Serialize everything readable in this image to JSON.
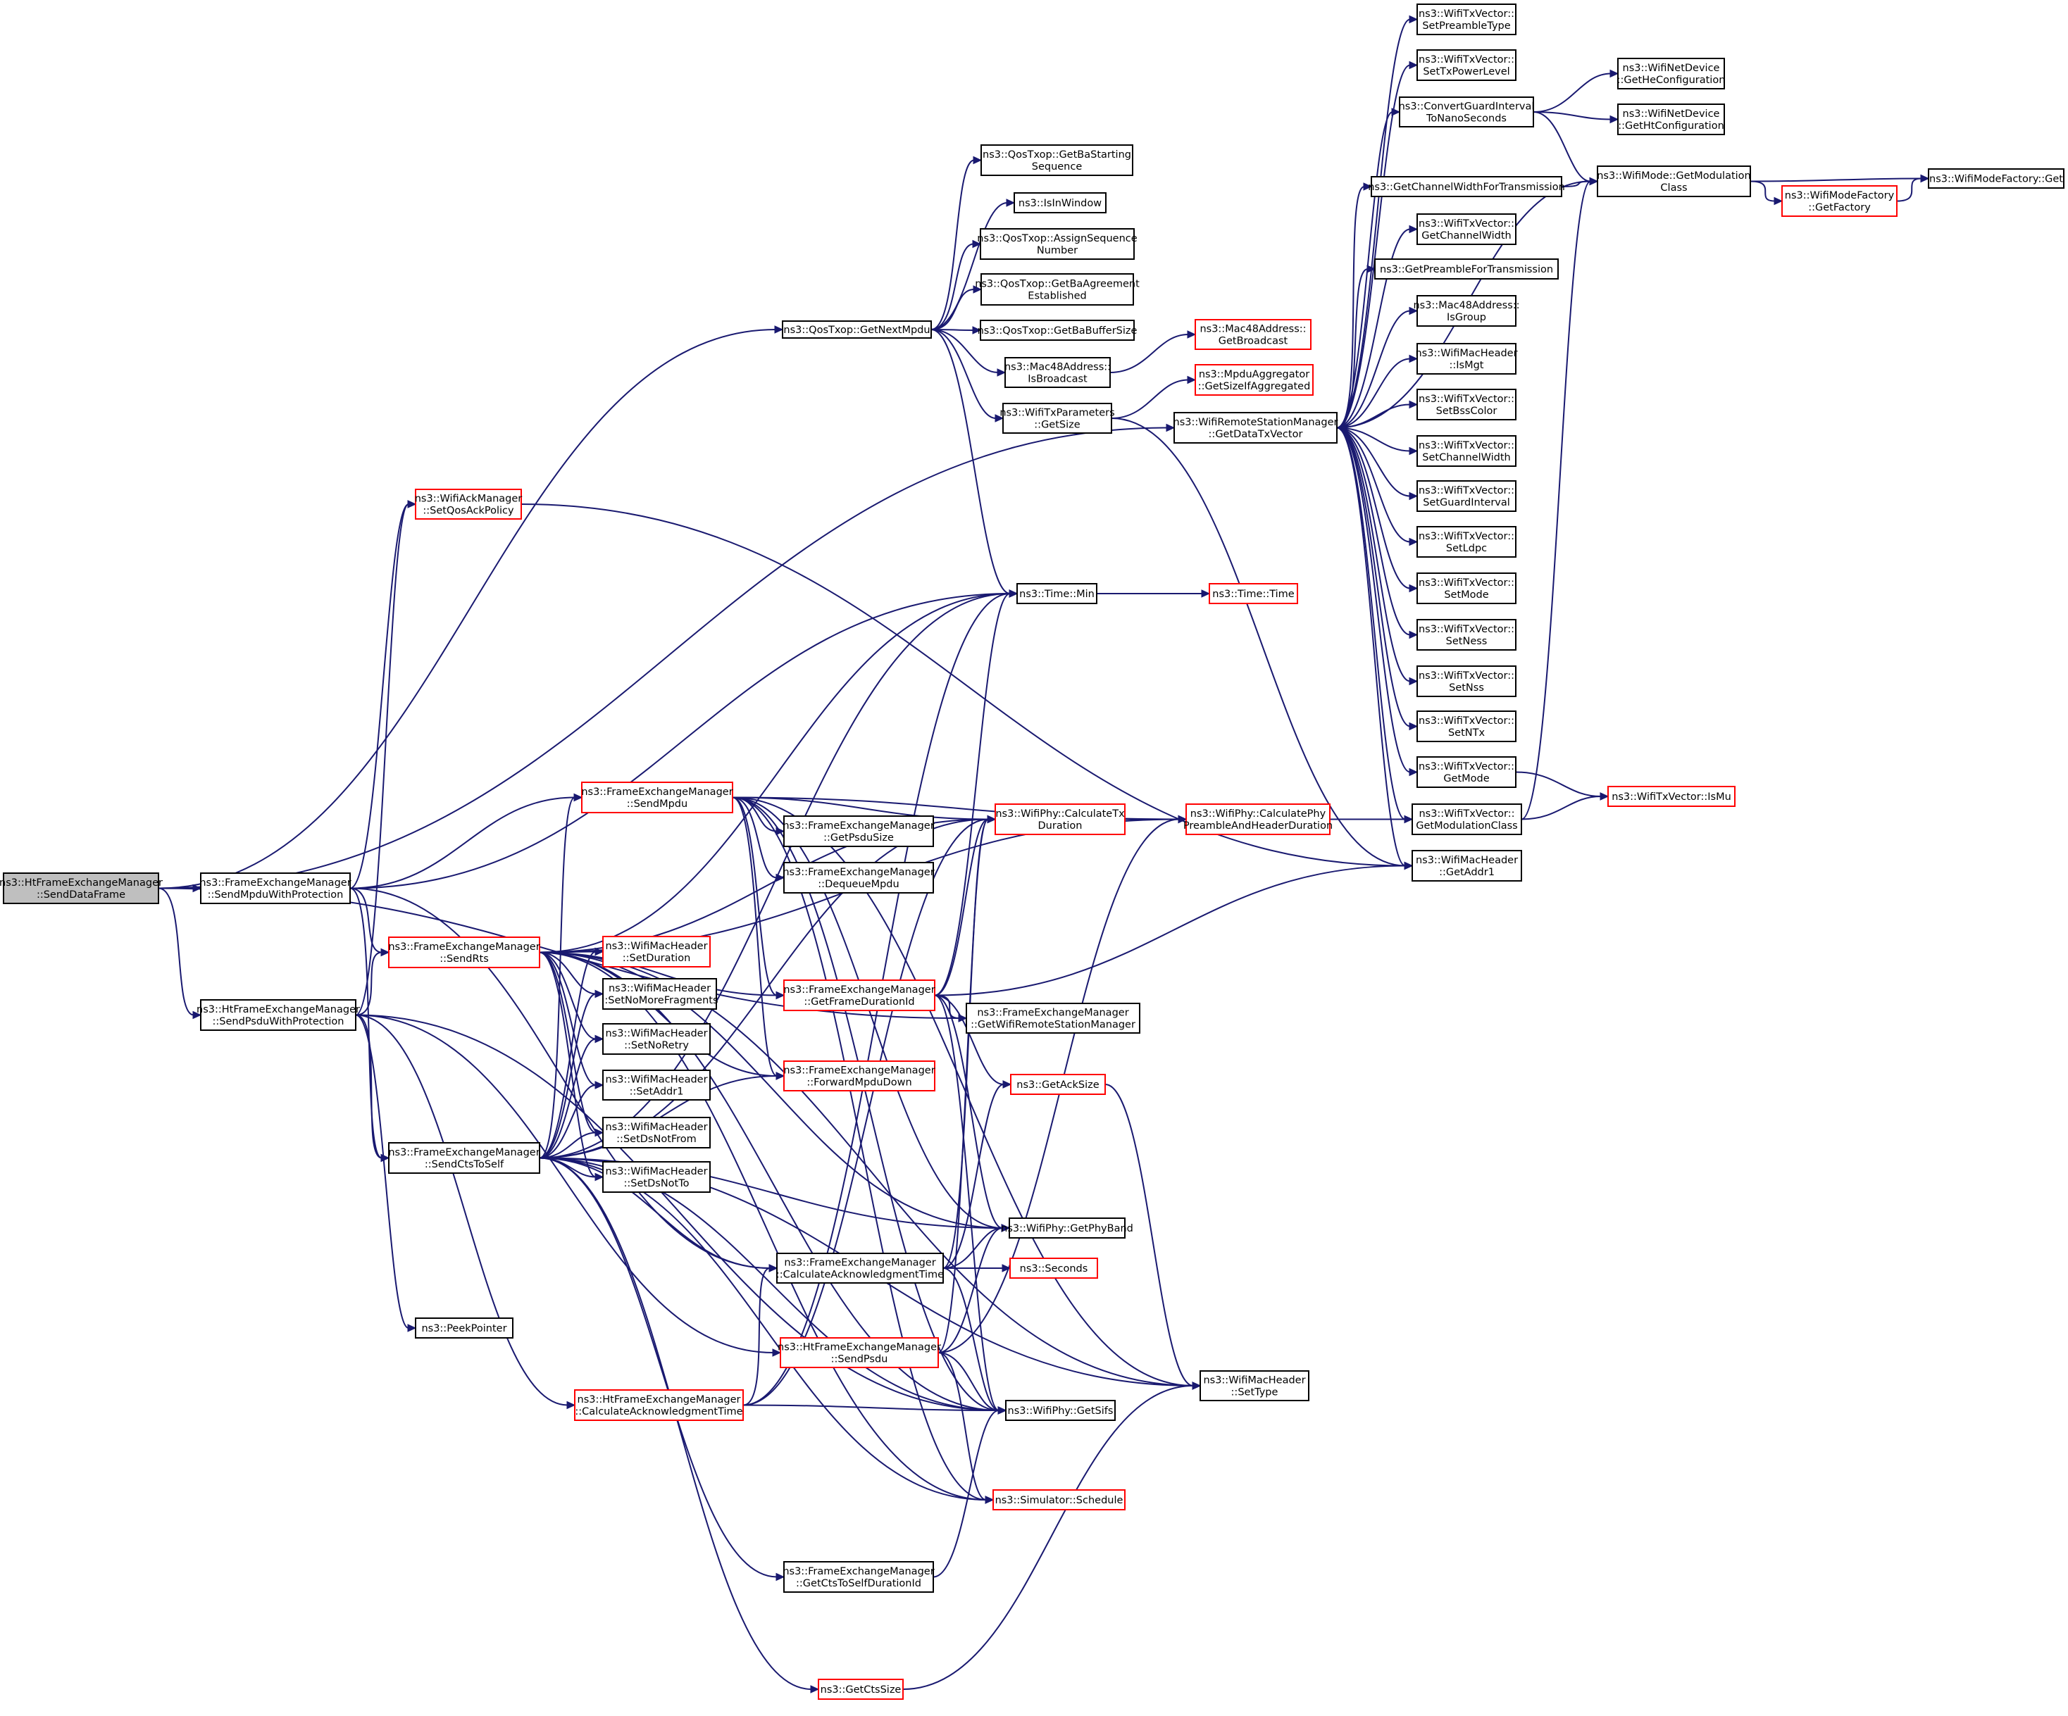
{
  "colors": {
    "edge": "#191970",
    "node_border": "#000000",
    "node_border_truncated": "#ff0000",
    "root_fill": "#bfbfbf",
    "node_fill": "#ffffff"
  },
  "nodes": [
    {
      "id": "root",
      "lines": [
        "ns3::HtFrameExchangeManager",
        "::SendDataFrame"
      ],
      "kind": "root"
    },
    {
      "id": "qos_getnextmpdu",
      "lines": [
        "ns3::QosTxop::GetNextMpdu"
      ],
      "kind": "normal"
    },
    {
      "id": "sendmpduwp",
      "lines": [
        "ns3::FrameExchangeManager",
        "::SendMpduWithProtection"
      ],
      "kind": "normal"
    },
    {
      "id": "sendpsduwp",
      "lines": [
        "ns3::HtFrameExchangeManager",
        "::SendPsduWithProtection"
      ],
      "kind": "normal"
    },
    {
      "id": "getdatatxvector",
      "lines": [
        "ns3::WifiRemoteStationManager",
        "::GetDataTxVector"
      ],
      "kind": "normal"
    },
    {
      "id": "setqosackpolicy",
      "lines": [
        "ns3::WifiAckManager",
        "::SetQosAckPolicy"
      ],
      "kind": "red"
    },
    {
      "id": "getbastartingseq",
      "lines": [
        "ns3::QosTxop::GetBaStarting",
        "Sequence"
      ],
      "kind": "normal"
    },
    {
      "id": "isinwindow",
      "lines": [
        "ns3::IsInWindow"
      ],
      "kind": "normal"
    },
    {
      "id": "assignseq",
      "lines": [
        "ns3::QosTxop::AssignSequence",
        "Number"
      ],
      "kind": "normal"
    },
    {
      "id": "getbaagreement",
      "lines": [
        "ns3::QosTxop::GetBaAgreement",
        "Established"
      ],
      "kind": "normal"
    },
    {
      "id": "getbabuffersize",
      "lines": [
        "ns3::QosTxop::GetBaBufferSize"
      ],
      "kind": "normal"
    },
    {
      "id": "isbroadcast",
      "lines": [
        "ns3::Mac48Address::",
        "IsBroadcast"
      ],
      "kind": "normal"
    },
    {
      "id": "txparams_getsize",
      "lines": [
        "ns3::WifiTxParameters",
        "::GetSize"
      ],
      "kind": "normal"
    },
    {
      "id": "time_min",
      "lines": [
        "ns3::Time::Min"
      ],
      "kind": "normal"
    },
    {
      "id": "getbroadcast",
      "lines": [
        "ns3::Mac48Address::",
        "GetBroadcast"
      ],
      "kind": "red"
    },
    {
      "id": "getsizeifagg",
      "lines": [
        "ns3::MpduAggregator",
        "::GetSizeIfAggregated"
      ],
      "kind": "red"
    },
    {
      "id": "time_time",
      "lines": [
        "ns3::Time::Time"
      ],
      "kind": "red"
    },
    {
      "id": "sendmpdu",
      "lines": [
        "ns3::FrameExchangeManager",
        "::SendMpdu"
      ],
      "kind": "red"
    },
    {
      "id": "sendrts",
      "lines": [
        "ns3::FrameExchangeManager",
        "::SendRts"
      ],
      "kind": "red"
    },
    {
      "id": "sendctstoself",
      "lines": [
        "ns3::FrameExchangeManager",
        "::SendCtsToSelf"
      ],
      "kind": "normal"
    },
    {
      "id": "peekpointer",
      "lines": [
        "ns3::PeekPointer"
      ],
      "kind": "normal"
    },
    {
      "id": "ht_calcacktime",
      "lines": [
        "ns3::HtFrameExchangeManager",
        "::CalculateAcknowledgmentTime"
      ],
      "kind": "red"
    },
    {
      "id": "getctssize",
      "lines": [
        "ns3::GetCtsSize"
      ],
      "kind": "red"
    },
    {
      "id": "setduration",
      "lines": [
        "ns3::WifiMacHeader",
        "::SetDuration"
      ],
      "kind": "red"
    },
    {
      "id": "setnomorefrag",
      "lines": [
        "ns3::WifiMacHeader",
        "::SetNoMoreFragments"
      ],
      "kind": "normal"
    },
    {
      "id": "setnoretry",
      "lines": [
        "ns3::WifiMacHeader",
        "::SetNoRetry"
      ],
      "kind": "normal"
    },
    {
      "id": "setaddr1",
      "lines": [
        "ns3::WifiMacHeader",
        "::SetAddr1"
      ],
      "kind": "normal"
    },
    {
      "id": "setdsnotfrom",
      "lines": [
        "ns3::WifiMacHeader",
        "::SetDsNotFrom"
      ],
      "kind": "normal"
    },
    {
      "id": "setdsnotto",
      "lines": [
        "ns3::WifiMacHeader",
        "::SetDsNotTo"
      ],
      "kind": "normal"
    },
    {
      "id": "getpsdusize",
      "lines": [
        "ns3::FrameExchangeManager",
        "::GetPsduSize"
      ],
      "kind": "normal"
    },
    {
      "id": "dequeuempdu",
      "lines": [
        "ns3::FrameExchangeManager",
        "::DequeueMpdu"
      ],
      "kind": "normal"
    },
    {
      "id": "getframedurationid",
      "lines": [
        "ns3::FrameExchangeManager",
        "::GetFrameDurationId"
      ],
      "kind": "red"
    },
    {
      "id": "forwardmpdudown",
      "lines": [
        "ns3::FrameExchangeManager",
        "::ForwardMpduDown"
      ],
      "kind": "red"
    },
    {
      "id": "fem_calcacktime",
      "lines": [
        "ns3::FrameExchangeManager",
        "::CalculateAcknowledgmentTime"
      ],
      "kind": "normal"
    },
    {
      "id": "ht_sendpsdu",
      "lines": [
        "ns3::HtFrameExchangeManager",
        "::SendPsdu"
      ],
      "kind": "red"
    },
    {
      "id": "getctstoselfdur",
      "lines": [
        "ns3::FrameExchangeManager",
        "::GetCtsToSelfDurationId"
      ],
      "kind": "normal"
    },
    {
      "id": "calctxduration",
      "lines": [
        "ns3::WifiPhy::CalculateTx",
        "Duration"
      ],
      "kind": "red"
    },
    {
      "id": "getwifirsm",
      "lines": [
        "ns3::FrameExchangeManager",
        "::GetWifiRemoteStationManager"
      ],
      "kind": "normal"
    },
    {
      "id": "getacksize",
      "lines": [
        "ns3::GetAckSize"
      ],
      "kind": "red"
    },
    {
      "id": "getphyband",
      "lines": [
        "ns3::WifiPhy::GetPhyBand"
      ],
      "kind": "normal"
    },
    {
      "id": "seconds",
      "lines": [
        "ns3::Seconds"
      ],
      "kind": "red"
    },
    {
      "id": "getsifs",
      "lines": [
        "ns3::WifiPhy::GetSifs"
      ],
      "kind": "normal"
    },
    {
      "id": "schedule",
      "lines": [
        "ns3::Simulator::Schedule"
      ],
      "kind": "red"
    },
    {
      "id": "calcphypreamble",
      "lines": [
        "ns3::WifiPhy::CalculatePhy",
        "PreambleAndHeaderDuration"
      ],
      "kind": "red"
    },
    {
      "id": "settype",
      "lines": [
        "ns3::WifiMacHeader",
        "::SetType"
      ],
      "kind": "normal"
    },
    {
      "id": "setpreambletype",
      "lines": [
        "ns3::WifiTxVector::",
        "SetPreambleType"
      ],
      "kind": "normal"
    },
    {
      "id": "settxpowerlevel",
      "lines": [
        "ns3::WifiTxVector::",
        "SetTxPowerLevel"
      ],
      "kind": "normal"
    },
    {
      "id": "convertgi",
      "lines": [
        "ns3::ConvertGuardInterval",
        "ToNanoSeconds"
      ],
      "kind": "normal"
    },
    {
      "id": "getchwidthtx",
      "lines": [
        "ns3::GetChannelWidthForTransmission"
      ],
      "kind": "normal"
    },
    {
      "id": "txv_getchwidth",
      "lines": [
        "ns3::WifiTxVector::",
        "GetChannelWidth"
      ],
      "kind": "normal"
    },
    {
      "id": "getpreambletx",
      "lines": [
        "ns3::GetPreambleForTransmission"
      ],
      "kind": "normal"
    },
    {
      "id": "isgroup",
      "lines": [
        "ns3::Mac48Address::",
        "IsGroup"
      ],
      "kind": "normal"
    },
    {
      "id": "ismgt",
      "lines": [
        "ns3::WifiMacHeader",
        "::IsMgt"
      ],
      "kind": "normal"
    },
    {
      "id": "setbsscolor",
      "lines": [
        "ns3::WifiTxVector::",
        "SetBssColor"
      ],
      "kind": "normal"
    },
    {
      "id": "setchwidth",
      "lines": [
        "ns3::WifiTxVector::",
        "SetChannelWidth"
      ],
      "kind": "normal"
    },
    {
      "id": "setgi",
      "lines": [
        "ns3::WifiTxVector::",
        "SetGuardInterval"
      ],
      "kind": "normal"
    },
    {
      "id": "setldpc",
      "lines": [
        "ns3::WifiTxVector::",
        "SetLdpc"
      ],
      "kind": "normal"
    },
    {
      "id": "setmode",
      "lines": [
        "ns3::WifiTxVector::",
        "SetMode"
      ],
      "kind": "normal"
    },
    {
      "id": "setness",
      "lines": [
        "ns3::WifiTxVector::",
        "SetNess"
      ],
      "kind": "normal"
    },
    {
      "id": "setnss",
      "lines": [
        "ns3::WifiTxVector::",
        "SetNss"
      ],
      "kind": "normal"
    },
    {
      "id": "setntx",
      "lines": [
        "ns3::WifiTxVector::",
        "SetNTx"
      ],
      "kind": "normal"
    },
    {
      "id": "txv_getmode",
      "lines": [
        "ns3::WifiTxVector::",
        "GetMode"
      ],
      "kind": "normal"
    },
    {
      "id": "txv_getmodclass",
      "lines": [
        "ns3::WifiTxVector::",
        "GetModulationClass"
      ],
      "kind": "normal"
    },
    {
      "id": "getaddr1",
      "lines": [
        "ns3::WifiMacHeader",
        "::GetAddr1"
      ],
      "kind": "normal"
    },
    {
      "id": "gethecfg",
      "lines": [
        "ns3::WifiNetDevice",
        "::GetHeConfiguration"
      ],
      "kind": "normal"
    },
    {
      "id": "gethtcfg",
      "lines": [
        "ns3::WifiNetDevice",
        "::GetHtConfiguration"
      ],
      "kind": "normal"
    },
    {
      "id": "mode_getmodclass",
      "lines": [
        "ns3::WifiMode::GetModulation",
        "Class"
      ],
      "kind": "normal"
    },
    {
      "id": "modefactory_getfactory",
      "lines": [
        "ns3::WifiModeFactory",
        "::GetFactory"
      ],
      "kind": "red"
    },
    {
      "id": "modefactory_get",
      "lines": [
        "ns3::WifiModeFactory::Get"
      ],
      "kind": "normal"
    },
    {
      "id": "txv_ismu",
      "lines": [
        "ns3::WifiTxVector::IsMu"
      ],
      "kind": "red"
    }
  ],
  "edges": [
    [
      "root",
      "qos_getnextmpdu"
    ],
    [
      "root",
      "sendmpduwp"
    ],
    [
      "root",
      "sendpsduwp"
    ],
    [
      "root",
      "getdatatxvector"
    ],
    [
      "root",
      "getwifirsm"
    ],
    [
      "qos_getnextmpdu",
      "getbastartingseq"
    ],
    [
      "qos_getnextmpdu",
      "isinwindow"
    ],
    [
      "qos_getnextmpdu",
      "assignseq"
    ],
    [
      "qos_getnextmpdu",
      "getbaagreement"
    ],
    [
      "qos_getnextmpdu",
      "getbabuffersize"
    ],
    [
      "qos_getnextmpdu",
      "isbroadcast"
    ],
    [
      "qos_getnextmpdu",
      "txparams_getsize"
    ],
    [
      "qos_getnextmpdu",
      "time_min"
    ],
    [
      "isbroadcast",
      "getbroadcast"
    ],
    [
      "txparams_getsize",
      "getsizeifagg"
    ],
    [
      "txparams_getsize",
      "getaddr1"
    ],
    [
      "time_min",
      "time_time"
    ],
    [
      "setqosackpolicy",
      "getaddr1"
    ],
    [
      "sendmpduwp",
      "setqosackpolicy"
    ],
    [
      "sendmpduwp",
      "time_min"
    ],
    [
      "sendmpduwp",
      "sendmpdu"
    ],
    [
      "sendmpduwp",
      "sendrts"
    ],
    [
      "sendmpduwp",
      "sendctstoself"
    ],
    [
      "sendmpduwp",
      "fem_calcacktime"
    ],
    [
      "sendpsduwp",
      "setqosackpolicy"
    ],
    [
      "sendpsduwp",
      "sendrts"
    ],
    [
      "sendpsduwp",
      "sendctstoself"
    ],
    [
      "sendpsduwp",
      "peekpointer"
    ],
    [
      "sendpsduwp",
      "ht_calcacktime"
    ],
    [
      "sendpsduwp",
      "ht_sendpsdu"
    ],
    [
      "sendpsduwp",
      "getsifs"
    ],
    [
      "sendrts",
      "time_min"
    ],
    [
      "sendrts",
      "setduration"
    ],
    [
      "sendrts",
      "setnomorefrag"
    ],
    [
      "sendrts",
      "setnoretry"
    ],
    [
      "sendrts",
      "setaddr1"
    ],
    [
      "sendrts",
      "setdsnotfrom"
    ],
    [
      "sendrts",
      "setdsnotto"
    ],
    [
      "sendrts",
      "calctxduration"
    ],
    [
      "sendrts",
      "calcphypreamble"
    ],
    [
      "sendrts",
      "forwardmpdudown"
    ],
    [
      "sendrts",
      "getphyband"
    ],
    [
      "sendrts",
      "getsifs"
    ],
    [
      "sendrts",
      "settype"
    ],
    [
      "sendrts",
      "schedule"
    ],
    [
      "sendrts",
      "getframedurationid"
    ],
    [
      "sendctstoself",
      "time_min"
    ],
    [
      "sendctstoself",
      "setduration"
    ],
    [
      "sendctstoself",
      "setnomorefrag"
    ],
    [
      "sendctstoself",
      "setnoretry"
    ],
    [
      "sendctstoself",
      "setaddr1"
    ],
    [
      "sendctstoself",
      "setdsnotfrom"
    ],
    [
      "sendctstoself",
      "setdsnotto"
    ],
    [
      "sendctstoself",
      "getctssize"
    ],
    [
      "sendctstoself",
      "getctstoselfdur"
    ],
    [
      "sendctstoself",
      "calctxduration"
    ],
    [
      "sendctstoself",
      "getphyband"
    ],
    [
      "sendctstoself",
      "getsifs"
    ],
    [
      "sendctstoself",
      "settype"
    ],
    [
      "sendctstoself",
      "schedule"
    ],
    [
      "sendctstoself",
      "forwardmpdudown"
    ],
    [
      "sendctstoself",
      "sendmpdu"
    ],
    [
      "sendctstoself",
      "fem_calcacktime"
    ],
    [
      "sendmpdu",
      "calctxduration"
    ],
    [
      "sendmpdu",
      "calcphypreamble"
    ],
    [
      "sendmpdu",
      "getpsdusize"
    ],
    [
      "sendmpdu",
      "dequeuempdu"
    ],
    [
      "sendmpdu",
      "getframedurationid"
    ],
    [
      "sendmpdu",
      "forwardmpdudown"
    ],
    [
      "sendmpdu",
      "getphyband"
    ],
    [
      "sendmpdu",
      "getsifs"
    ],
    [
      "sendmpdu",
      "schedule"
    ],
    [
      "sendmpdu",
      "settype"
    ],
    [
      "getframedurationid",
      "time_min"
    ],
    [
      "getframedurationid",
      "calctxduration"
    ],
    [
      "getframedurationid",
      "getaddr1"
    ],
    [
      "getframedurationid",
      "getwifirsm"
    ],
    [
      "getframedurationid",
      "getacksize"
    ],
    [
      "getframedurationid",
      "getphyband"
    ],
    [
      "getframedurationid",
      "getsifs"
    ],
    [
      "fem_calcacktime",
      "calctxduration"
    ],
    [
      "fem_calcacktime",
      "getacksize"
    ],
    [
      "fem_calcacktime",
      "getphyband"
    ],
    [
      "fem_calcacktime",
      "seconds"
    ],
    [
      "fem_calcacktime",
      "getsifs"
    ],
    [
      "ht_calcacktime",
      "time_min"
    ],
    [
      "ht_calcacktime",
      "fem_calcacktime"
    ],
    [
      "ht_calcacktime",
      "getsifs"
    ],
    [
      "ht_calcacktime",
      "calctxduration"
    ],
    [
      "ht_sendpsdu",
      "calctxduration"
    ],
    [
      "ht_sendpsdu",
      "calcphypreamble"
    ],
    [
      "ht_sendpsdu",
      "getphyband"
    ],
    [
      "ht_sendpsdu",
      "getsifs"
    ],
    [
      "ht_sendpsdu",
      "schedule"
    ],
    [
      "getctstoselfdur",
      "getsifs"
    ],
    [
      "getctssize",
      "settype"
    ],
    [
      "getacksize",
      "settype"
    ],
    [
      "calctxduration",
      "calcphypreamble"
    ],
    [
      "calcphypreamble",
      "txv_getmodclass"
    ],
    [
      "getdatatxvector",
      "setpreambletype"
    ],
    [
      "getdatatxvector",
      "settxpowerlevel"
    ],
    [
      "getdatatxvector",
      "convertgi"
    ],
    [
      "getdatatxvector",
      "getchwidthtx"
    ],
    [
      "getdatatxvector",
      "txv_getchwidth"
    ],
    [
      "getdatatxvector",
      "getpreambletx"
    ],
    [
      "getdatatxvector",
      "isgroup"
    ],
    [
      "getdatatxvector",
      "ismgt"
    ],
    [
      "getdatatxvector",
      "setbsscolor"
    ],
    [
      "getdatatxvector",
      "setchwidth"
    ],
    [
      "getdatatxvector",
      "setgi"
    ],
    [
      "getdatatxvector",
      "setldpc"
    ],
    [
      "getdatatxvector",
      "setmode"
    ],
    [
      "getdatatxvector",
      "setness"
    ],
    [
      "getdatatxvector",
      "setnss"
    ],
    [
      "getdatatxvector",
      "setntx"
    ],
    [
      "getdatatxvector",
      "txv_getmode"
    ],
    [
      "getdatatxvector",
      "txv_getmodclass"
    ],
    [
      "getdatatxvector",
      "getaddr1"
    ],
    [
      "getdatatxvector",
      "mode_getmodclass"
    ],
    [
      "convertgi",
      "gethecfg"
    ],
    [
      "convertgi",
      "gethtcfg"
    ],
    [
      "convertgi",
      "mode_getmodclass"
    ],
    [
      "getchwidthtx",
      "mode_getmodclass"
    ],
    [
      "txv_getmode",
      "txv_ismu"
    ],
    [
      "txv_getmodclass",
      "txv_ismu"
    ],
    [
      "txv_getmodclass",
      "mode_getmodclass"
    ],
    [
      "mode_getmodclass",
      "modefactory_get"
    ],
    [
      "mode_getmodclass",
      "modefactory_getfactory"
    ],
    [
      "modefactory_getfactory",
      "modefactory_get"
    ]
  ]
}
